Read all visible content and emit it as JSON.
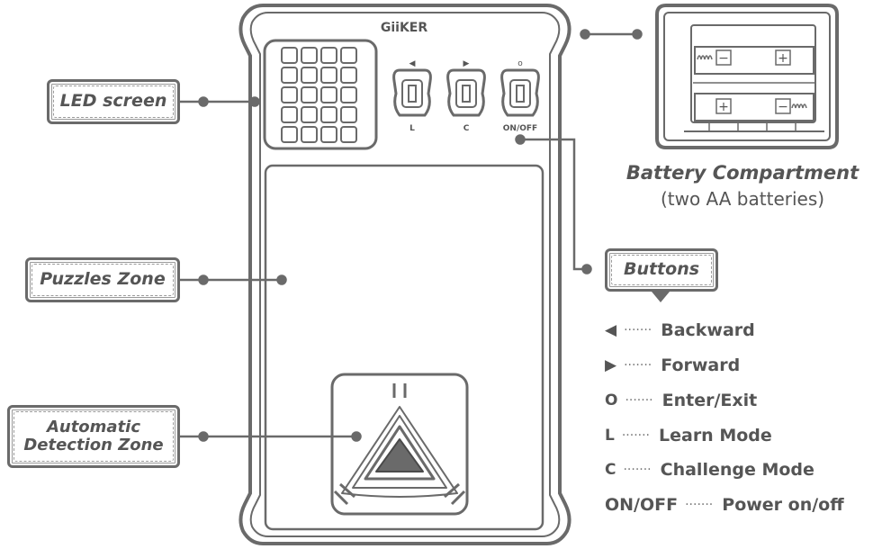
{
  "brand": "GiiKER",
  "device_buttons": [
    {
      "symbol": "◀",
      "label": "L"
    },
    {
      "symbol": "▶",
      "label": "C"
    },
    {
      "symbol": "o",
      "label": "ON/OFF"
    }
  ],
  "callouts": {
    "led_screen": "LED screen",
    "puzzles_zone": "Puzzles Zone",
    "detection_zone_line1": "Automatic",
    "detection_zone_line2": "Detection Zone",
    "buttons": "Buttons"
  },
  "battery": {
    "title": "Battery Compartment",
    "subtitle": "(two AA batteries)",
    "minus": "−",
    "plus": "+"
  },
  "legend": [
    {
      "symbol": "◀",
      "dots": "·······",
      "text": "Backward"
    },
    {
      "symbol": "▶",
      "dots": "·······",
      "text": "Forward"
    },
    {
      "symbol": "O",
      "dots": "·······",
      "text": "Enter/Exit"
    },
    {
      "symbol": "L",
      "dots": "·······",
      "text": "Learn Mode"
    },
    {
      "symbol": "C",
      "dots": "·······",
      "text": "Challenge Mode"
    },
    {
      "symbol": "ON/OFF",
      "dots": "·······",
      "text": "Power on/off"
    }
  ],
  "colors": {
    "stroke": "#6a6a6a",
    "text": "#555555",
    "light": "#d9d9d9"
  }
}
